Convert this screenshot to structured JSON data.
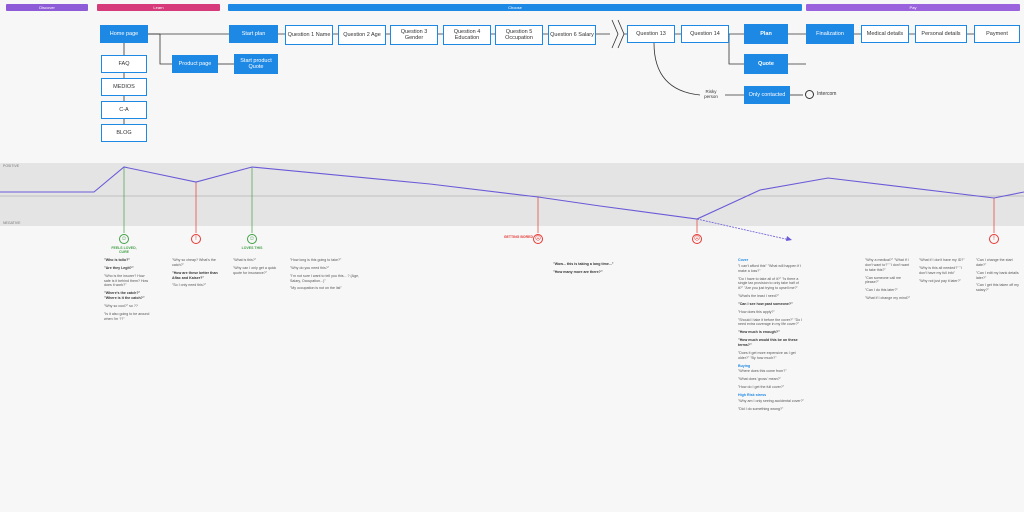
{
  "colors": {
    "awareness": "#8e5bd8",
    "explore": "#d63a7a",
    "choose": "#1e88e5",
    "pay": "#9a62dd",
    "accent": "#1e88e5",
    "happy": "#43a047",
    "sad": "#e53935",
    "line": "#6a5ad8"
  },
  "phases": [
    "Discover",
    "Learn",
    "Choose",
    "Pay"
  ],
  "flow": {
    "home": "Home page",
    "product": "Product page",
    "menu": [
      "FAQ",
      "MEDIOS",
      "C-A",
      "BLOG"
    ],
    "start_plan": "Start plan",
    "start_quote": "Start product Quote",
    "questions": [
      "Question 1 Name",
      "Question 2 Age",
      "Question 3 Gender",
      "Question 4 Education",
      "Question 5 Occupation",
      "Question 6 Salary"
    ],
    "q13": "Question 13",
    "q14": "Question 14",
    "plan": "Plan",
    "quote": "Quote",
    "finalization": "Finalization",
    "medical": "Medical details",
    "personal": "Personal details",
    "payment": "Payment",
    "risky": "Risky person",
    "only_contacted": "Only contacted",
    "intercom": "Intercom"
  },
  "band": {
    "positive": "POSITIVE",
    "negative": "NEGATIVE"
  },
  "emotions": [
    {
      "type": "happy",
      "label": "FEELS LOVED, CURE"
    },
    {
      "type": "sad",
      "label": ""
    },
    {
      "type": "happy",
      "label": "LOVES THIS"
    },
    {
      "type": "sad",
      "label": "GETTING BORED"
    },
    {
      "type": "sad",
      "label": ""
    },
    {
      "type": "sad",
      "label": ""
    }
  ],
  "notes": {
    "col1": [
      "\"Who is tollo?\"",
      "\"Are they Legit?\"",
      "\"Who is the insurer? How safe is it behind them? How does it work?\"",
      "\"Where's the catch?\" \"Where is it the catch?\"",
      "\"Why so cool?\" so ??",
      "\"Is it also going to be around when I'm ??\""
    ],
    "col2": [
      "\"Why so cheap? What's the catch?\"",
      "\"How are these better than Aflac and Kaiser?\"",
      "\"So I only need this?\""
    ],
    "col3": [
      "\"What is this?\"",
      "\"Why can I only get a quick quote for insurance?\""
    ],
    "col4": [
      "\"How long is this going to take?\"",
      "\"Why do you need this?\"",
      "\"I'm not sure I want to tell you this... ? (Age, Salary, Occupation...)\"",
      "\"My occupation is not on the list\""
    ],
    "col5": [
      "\"Wow... this is taking a long time...\"",
      "\"How many more are there?\""
    ],
    "col6_hd1": "Cover",
    "col6": [
      "\"I can't afford this\" \"What will happen if I make a loss?\"",
      "\"Do I have to take all of it?\" \"Is there a single tax provision to only take half of it?\" \"Are you just trying to upsell me?\"",
      "\"What's the least I need?\"",
      "\"Can I see how past someone?\"",
      "\"How does this apply?\"",
      "\"Should I take it before the cover?\" \"Do I need extra coverage in my life cover?\"",
      "\"How much is enough?\"",
      "\"How much would this be on these terms?\"",
      "\"Does it get more expensive as I get older?\" \"By how much?\""
    ],
    "col6_hd2": "Buying",
    "col6b": [
      "\"Where does this come from?\"",
      "\"What does 'gross' mean?\"",
      "\"How do I get the full cover?\""
    ],
    "col6_hd3": "High Risk stress",
    "col6c": [
      "\"Why am I only seeing accidental cover?\"",
      "\"Did I do something wrong?\""
    ],
    "col7": [
      "\"Why a medical?\" \"What if I don't want to?\" \"I don't want to take this?\"",
      "\"Can someone call me please?\"",
      "\"Can I do this later?\"",
      "\"What if I change my mind?\""
    ],
    "col8": [
      "\"What if I don't have my ID?\"",
      "\"Why is this all needed?\" \"I don't have my full info\"",
      "\"Why not just pay it later?\""
    ],
    "col9": [
      "\"Can I change the start date?\"",
      "\"Can I edit my bank details later?\"",
      "\"Can I get this taken off my salary?\""
    ]
  }
}
